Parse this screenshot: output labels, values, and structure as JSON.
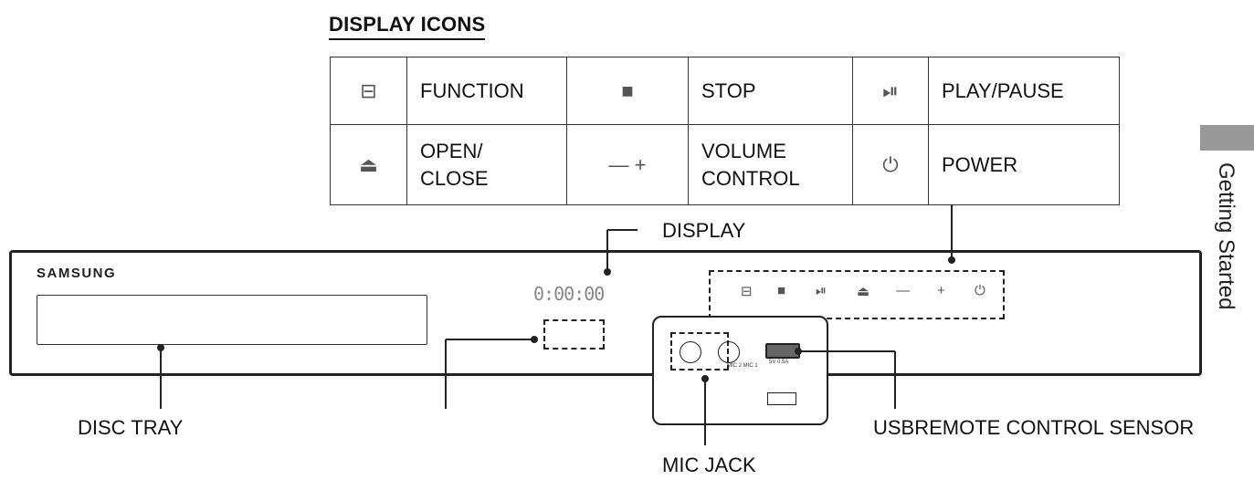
{
  "heading": "DISPLAY ICONS",
  "icon_table": [
    [
      {
        "icon": "function-icon",
        "glyph": "⊟",
        "label": "FUNCTION"
      },
      {
        "icon": "stop-icon",
        "glyph": "■",
        "label": "STOP"
      },
      {
        "icon": "play-pause-icon",
        "glyph": "⏯",
        "label": "PLAY/PAUSE"
      }
    ],
    [
      {
        "icon": "eject-icon",
        "glyph": "⏏",
        "label": "OPEN/\nCLOSE"
      },
      {
        "icon": "volume-icon",
        "glyph": "— +",
        "label": "VOLUME\nCONTROL"
      },
      {
        "icon": "power-icon",
        "glyph": "⏻",
        "label": "POWER"
      }
    ]
  ],
  "side_tab": "Getting Started",
  "device": {
    "brand": "SAMSUNG",
    "display_digits": "0:00:00",
    "controls": [
      "⊟",
      "■",
      "⏯",
      "⏏",
      "—",
      "+",
      "⏻"
    ],
    "mic_port_text": "MIC 2  MIC 1",
    "usb_port_text": "5V 0.5A"
  },
  "labels": {
    "display": "DISPLAY",
    "disc_tray": "DISC TRAY",
    "mic_jack": "MIC JACK",
    "usb_remote": "USBREMOTE CONTROL SENSOR"
  }
}
